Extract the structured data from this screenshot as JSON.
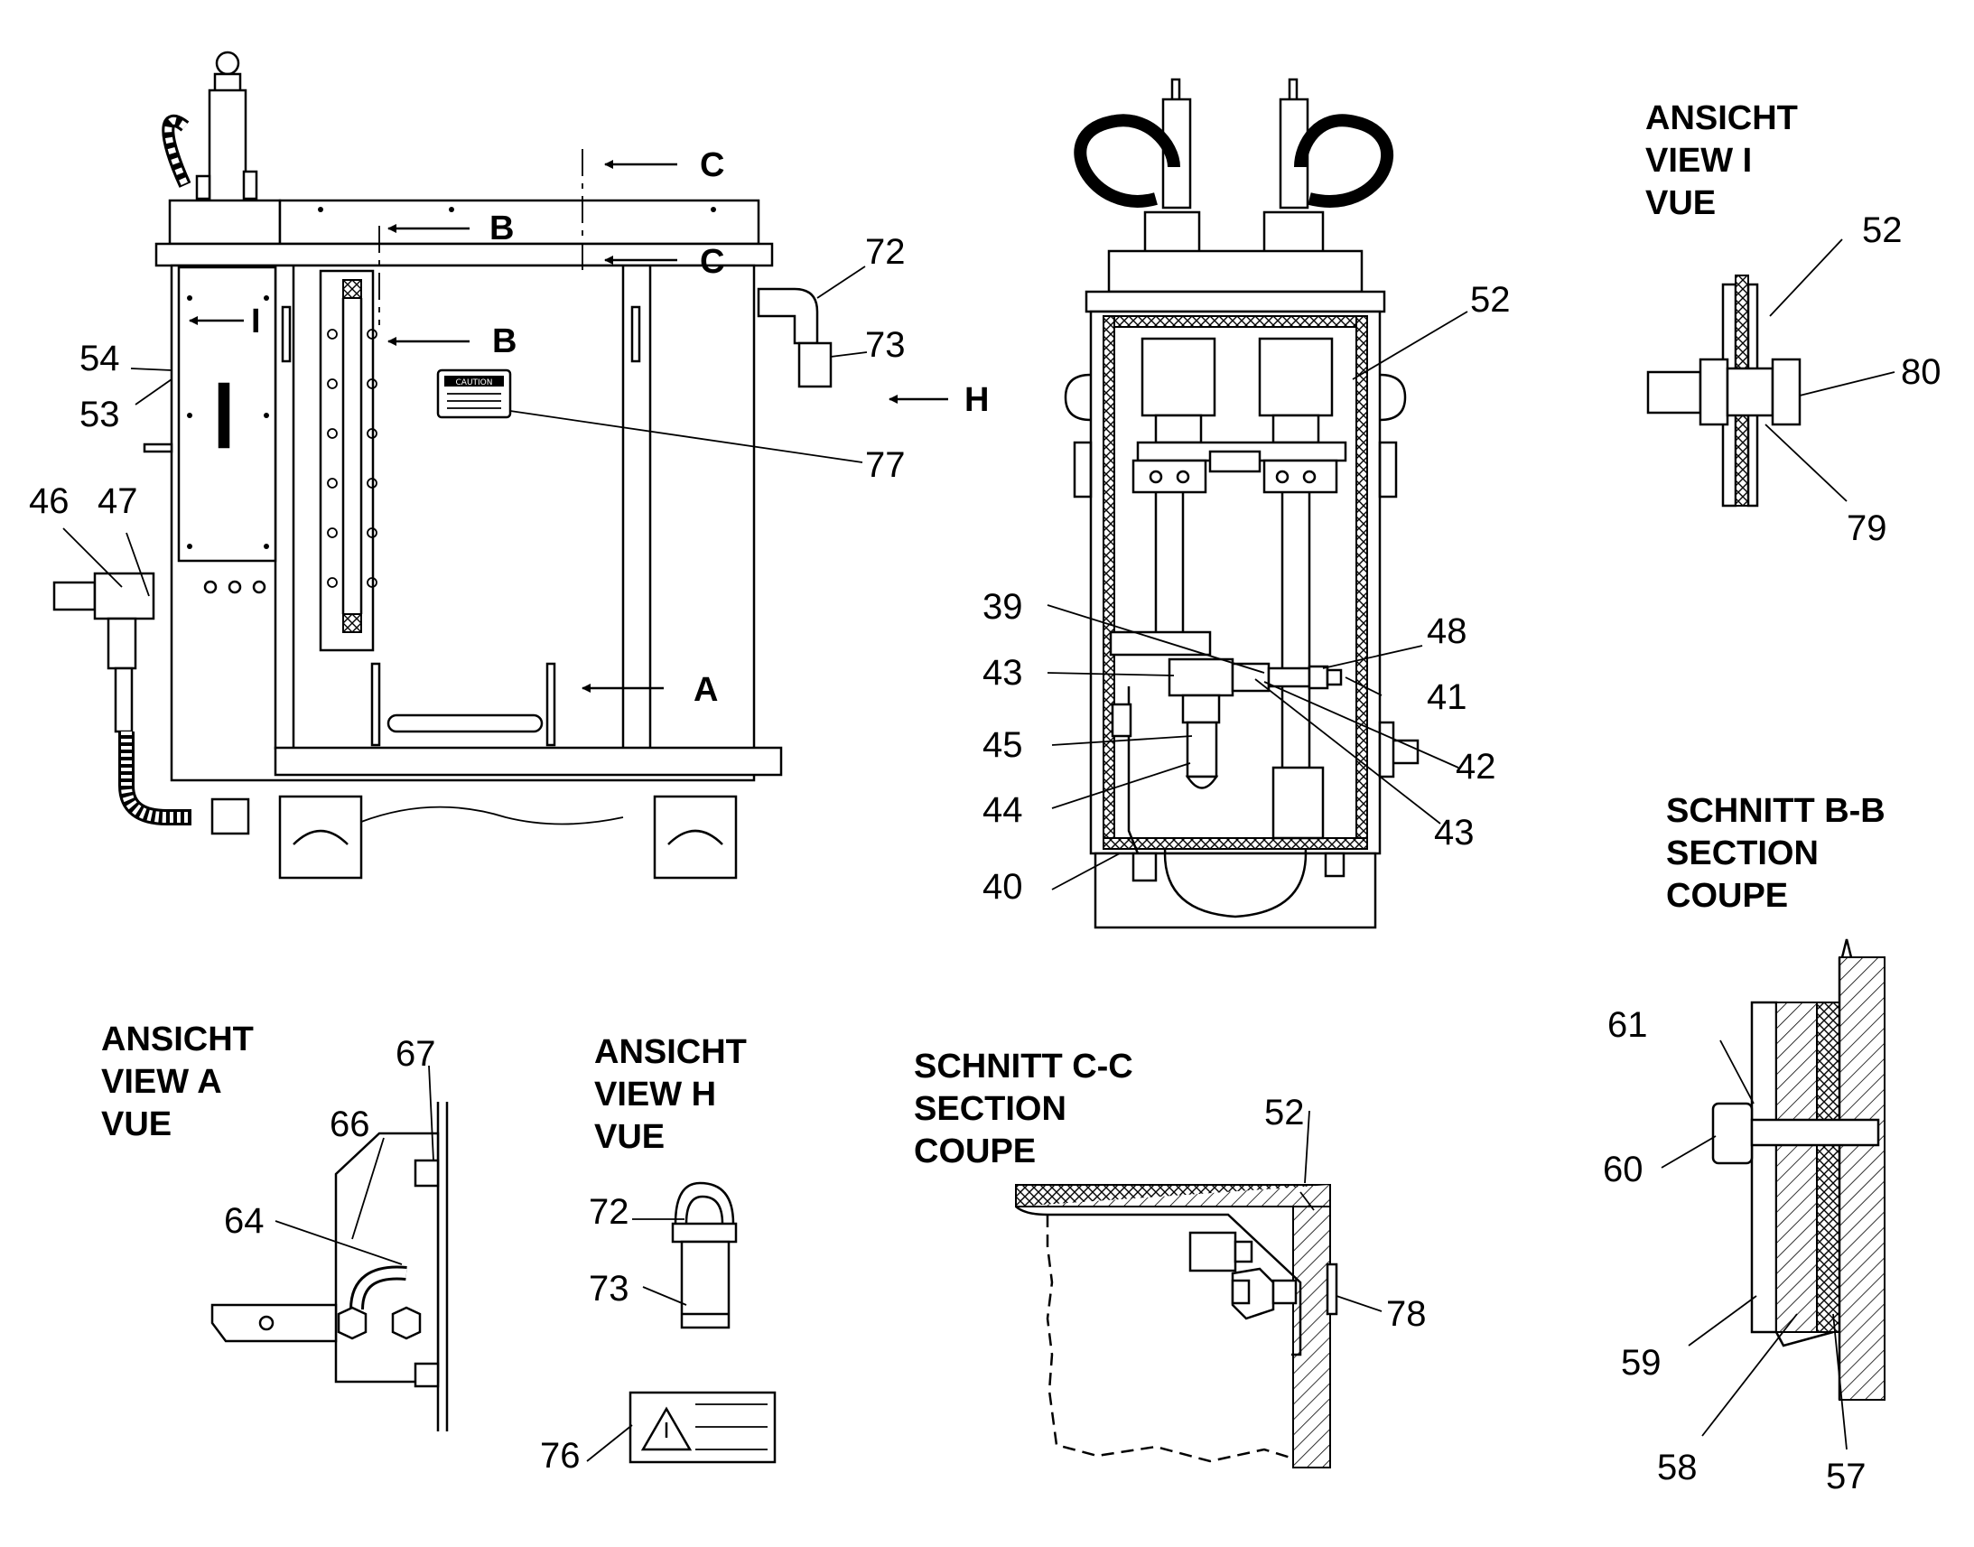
{
  "views": {
    "view_i": [
      "ANSICHT",
      "VIEW  I",
      "VUE"
    ],
    "section_bb": [
      "SCHNITT   B-B",
      "SECTION",
      "COUPE"
    ],
    "view_a": [
      "ANSICHT",
      "VIEW  A",
      "VUE"
    ],
    "view_h": [
      "ANSICHT",
      "VIEW  H",
      "VUE"
    ],
    "section_cc": [
      "SCHNITT   C-C",
      "SECTION",
      "COUPE"
    ]
  },
  "section_arrows": {
    "c_top": "C",
    "b_top": "B",
    "c_mid": "C",
    "i": "I",
    "b_mid": "B",
    "h": "H",
    "a": "A"
  },
  "caution_label": "CAUTION",
  "callouts": {
    "main": [
      "72",
      "73",
      "54",
      "53",
      "77",
      "46",
      "47"
    ],
    "front": [
      "52",
      "39",
      "48",
      "43",
      "41",
      "45",
      "42",
      "44",
      "43",
      "40"
    ],
    "view_i": [
      "52",
      "80",
      "79"
    ],
    "section_bb": [
      "61",
      "60",
      "59",
      "58",
      "57"
    ],
    "view_a": [
      "67",
      "66",
      "64"
    ],
    "view_h": [
      "72",
      "73",
      "76"
    ],
    "section_cc": [
      "52",
      "78"
    ]
  }
}
